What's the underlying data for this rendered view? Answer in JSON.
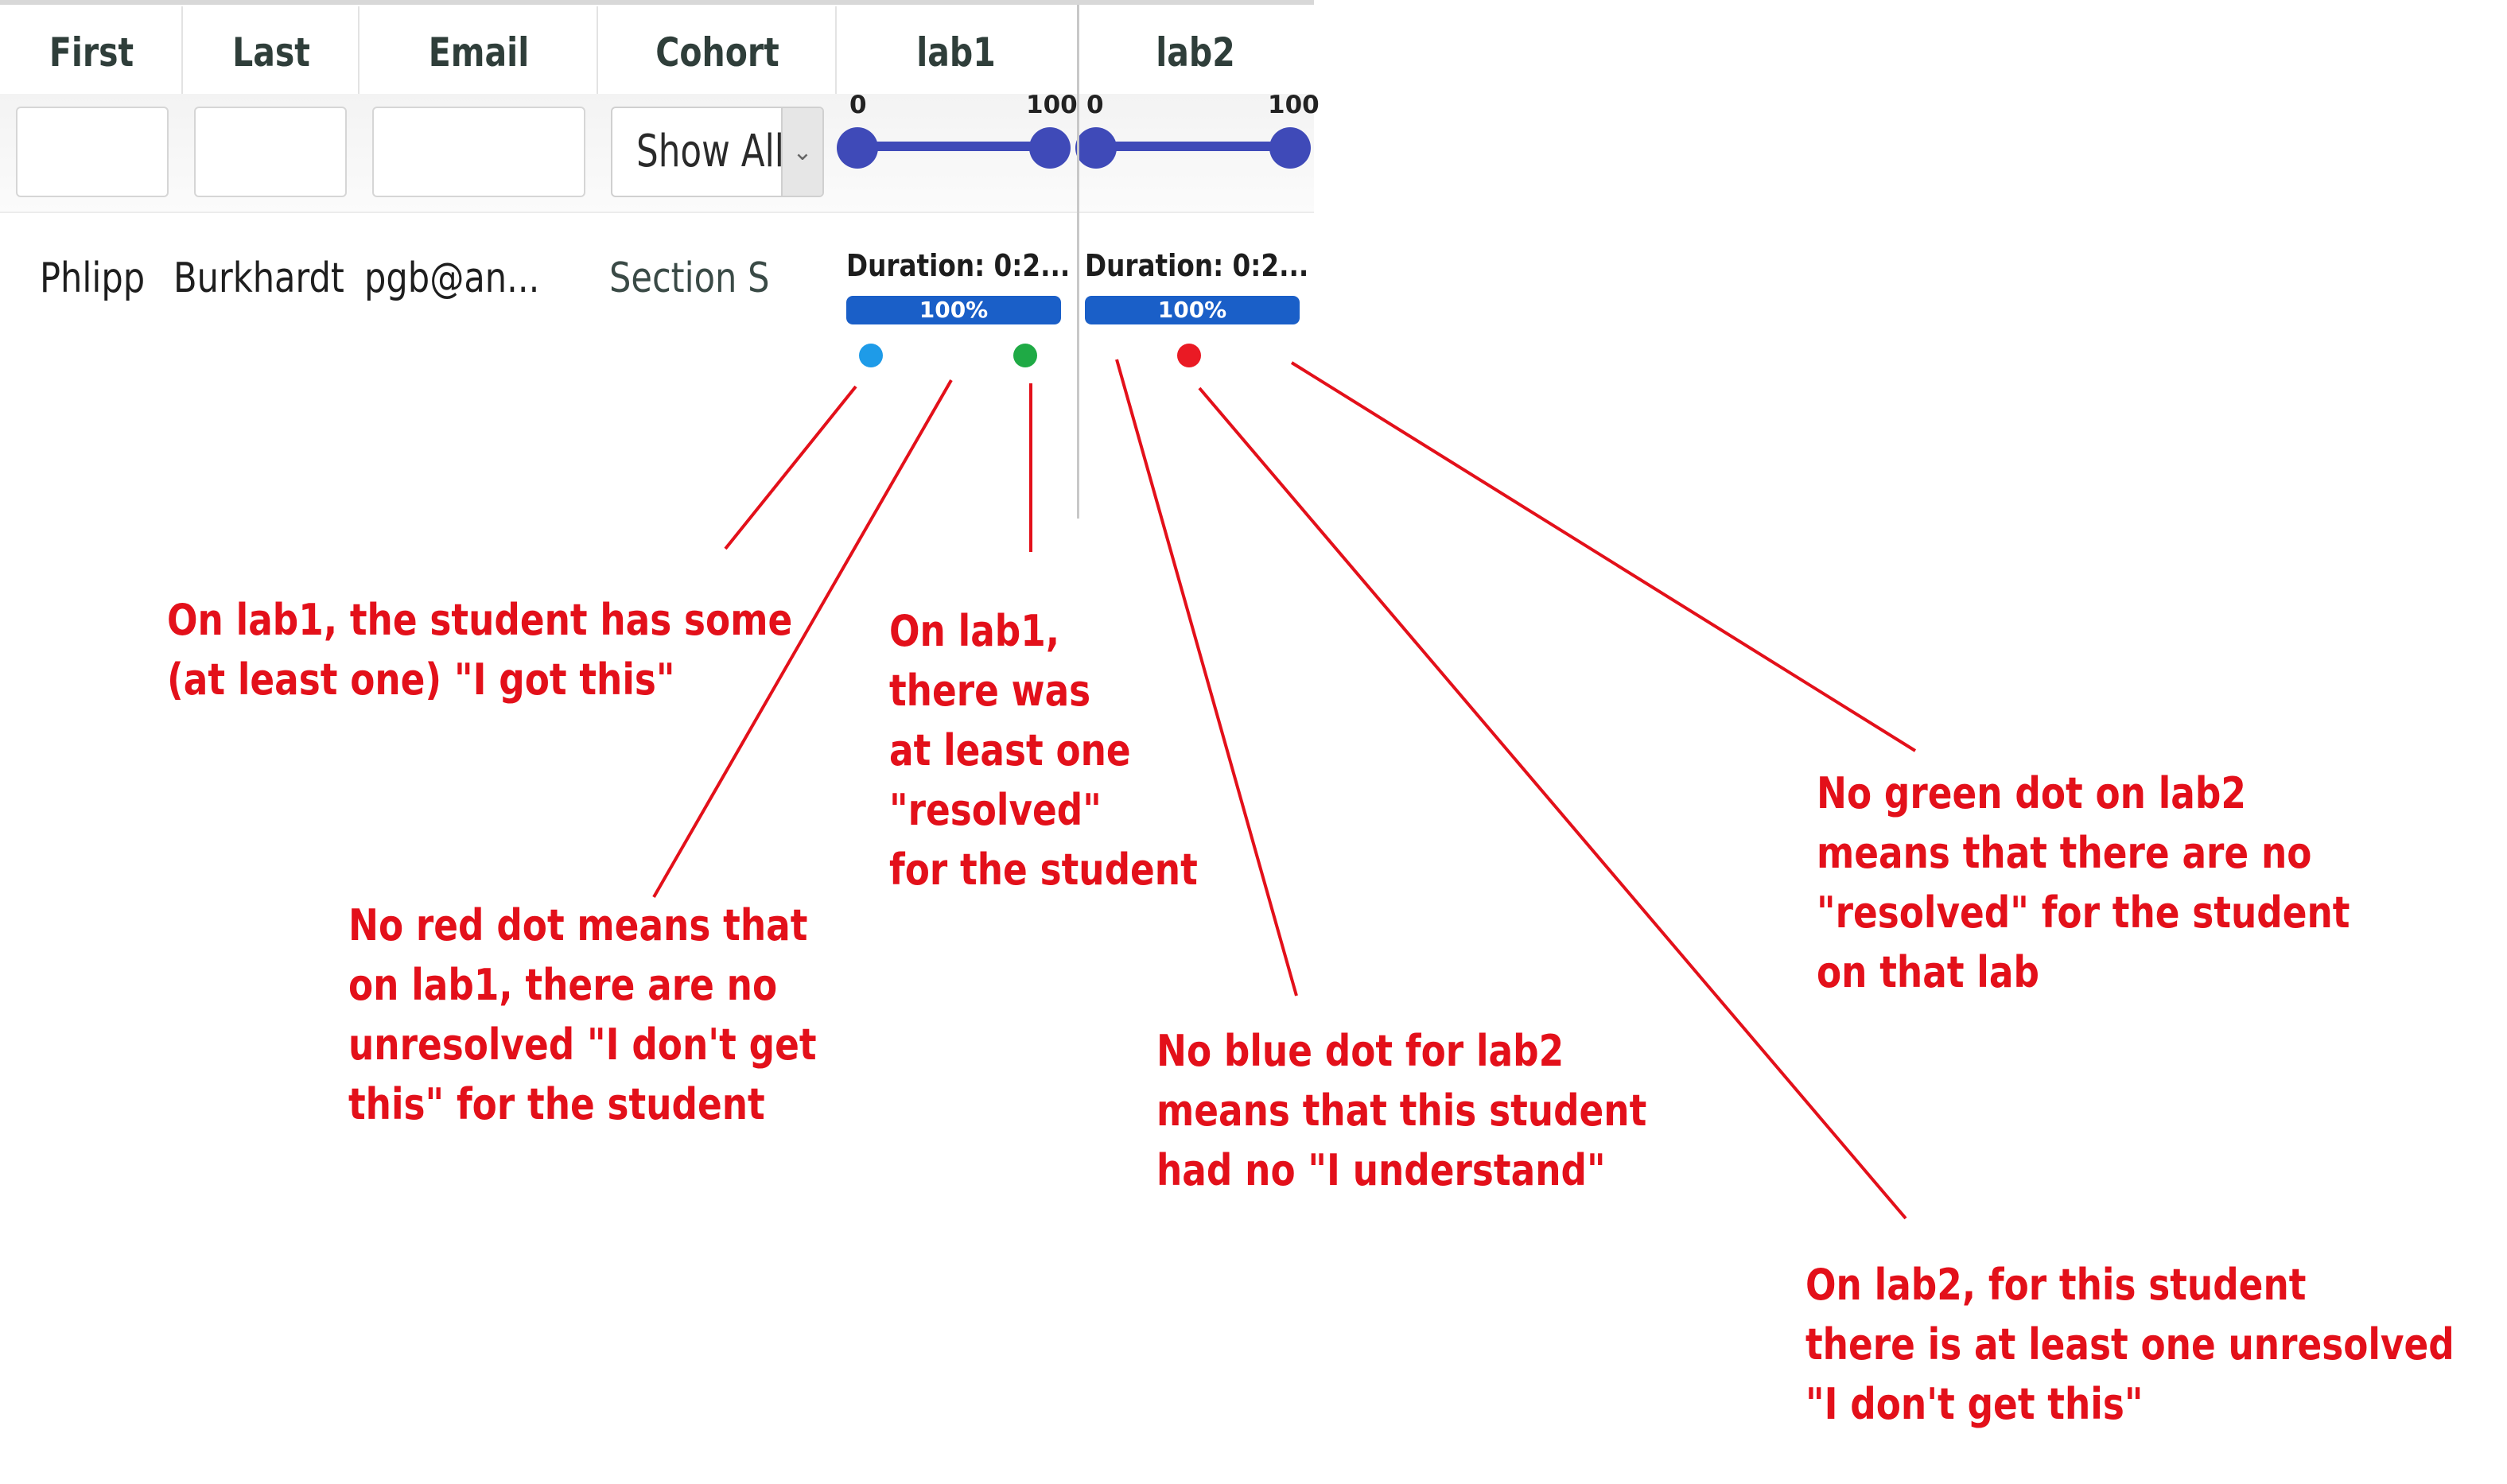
{
  "table": {
    "columns": [
      "First",
      "Last",
      "Email",
      "Cohort",
      "lab1",
      "lab2"
    ],
    "filter": {
      "cohort_select": "Show All"
    },
    "ranges": [
      {
        "lab": "lab1",
        "min_label": "0",
        "max_label": "100",
        "value": [
          0,
          100
        ]
      },
      {
        "lab": "lab2",
        "min_label": "0",
        "max_label": "100",
        "value": [
          0,
          100
        ]
      }
    ],
    "row": {
      "first": "Phlipp",
      "last": "Burkhardt",
      "email": "pgb@an...",
      "cohort": "Section S",
      "labs": [
        {
          "duration": "Duration: 0:2...",
          "progress_label": "100%",
          "progress": 100,
          "dots": [
            {
              "name": "blue",
              "color": "#1e9be8"
            },
            {
              "name": "green",
              "color": "#1faa45"
            }
          ]
        },
        {
          "duration": "Duration: 0:2...",
          "progress_label": "100%",
          "progress": 100,
          "dots": [
            {
              "name": "red",
              "color": "#ea1a24"
            }
          ]
        }
      ]
    }
  },
  "annotations": [
    {
      "id": "a1",
      "text": "On lab1, the student has some\n(at least one) \"I got this\""
    },
    {
      "id": "a2",
      "text": "No red dot means that\non lab1, there are no\nunresolved \"I don't get\nthis\" for the student"
    },
    {
      "id": "a3",
      "text": "On lab1,\nthere was\nat least one\n\"resolved\"\nfor the student"
    },
    {
      "id": "a4",
      "text": "No blue dot for lab2\nmeans that this student\nhad no \"I understand\""
    },
    {
      "id": "a5",
      "text": "No green dot on lab2\nmeans that there are no\n\"resolved\" for the student\non that lab"
    },
    {
      "id": "a6",
      "text": "On lab2, for this student\nthere is at least one unresolved\n\"I don't get this\""
    }
  ],
  "colors": {
    "annotation": "#e3101a",
    "slider": "#3f4ab8",
    "progress": "#1a5fc8"
  }
}
